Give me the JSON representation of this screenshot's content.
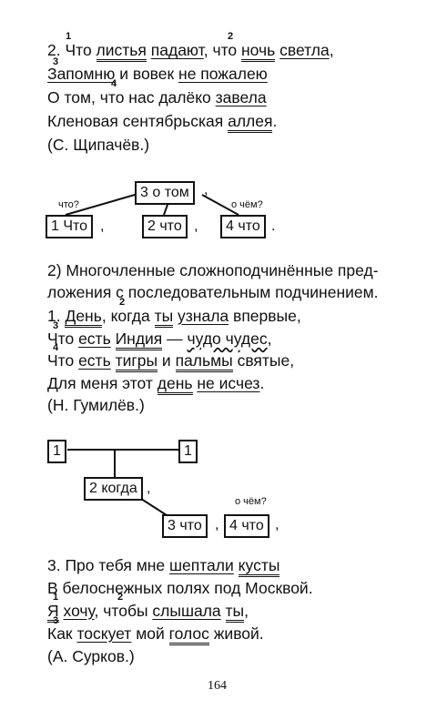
{
  "poem1": {
    "line1": {
      "p1": "2. Что ",
      "p2": "листья",
      "p3": " ",
      "p4": "падают",
      "p5": ", что ",
      "p6": "ночь",
      "p7": " ",
      "p8": "светла",
      "p9": ","
    },
    "line2": {
      "p1": "Запомню",
      "p2": " и вовек ",
      "p3": "не пожалею"
    },
    "line3": {
      "p1": "О том, что нас далёко ",
      "p2": "завела"
    },
    "line4": {
      "p1": "Кленовая сентябрьская ",
      "p2": "аллея",
      "p3": "."
    },
    "author": "(С. Щипачёв.)",
    "nums": {
      "n1": "1",
      "n2": "2",
      "n3": "3",
      "n4": "4"
    }
  },
  "diagram1": {
    "main": "3 о том",
    "left_q": "что?",
    "right_q": "о чём?",
    "b1": "1 Что",
    "b2": "2 что",
    "b4": "4 что"
  },
  "section2": {
    "heading1": "2) Многочленные сложноподчинённые пред-",
    "heading2": "ложения с последовательным подчинением."
  },
  "poem2": {
    "line1": {
      "p1": "1. ",
      "p2": "День",
      "p3": ", когда ",
      "p4": "ты",
      "p5": " ",
      "p6": "узнала",
      "p7": " впервые,"
    },
    "line2": {
      "p1": "Что ",
      "p2": "есть",
      "p3": " ",
      "p4": "Индия",
      "p5": " — ",
      "p6": "чудо чудес",
      "p7": ","
    },
    "line3": {
      "p1": "Что ",
      "p2": "есть",
      "p3": " ",
      "p4": "тигры",
      "p5": " и ",
      "p6": "пальмы",
      "p7": " святые,"
    },
    "line4": {
      "p1": "Для меня этот ",
      "p2": "день",
      "p3": " ",
      "p4": "не исчез",
      "p5": "."
    },
    "author": "(Н. Гумилёв.)",
    "nums": {
      "n2": "2",
      "n3": "3",
      "n4": "4"
    }
  },
  "diagram2": {
    "b1a": "1",
    "b1b": "1",
    "b2": "2 когда",
    "q": "о чём?",
    "b3": "3 что",
    "b4": "4 что"
  },
  "poem3": {
    "line1": {
      "p1": "3. Про тебя мне ",
      "p2": "шептали",
      "p3": " ",
      "p4": "кусты"
    },
    "line2": {
      "p1": "В белоснежных полях под Москвой."
    },
    "line3": {
      "p1": "Я",
      "p2": " ",
      "p3": "хочу",
      "p4": ", чтобы ",
      "p5": "слышала",
      "p6": " ",
      "p7": "ты",
      "p8": ","
    },
    "line4": {
      "p1": "Как ",
      "p2": "тоскует",
      "p3": " мой ",
      "p4": "голос",
      "p5": " живой."
    },
    "author": "(А. Сурков.)",
    "nums": {
      "n1": "1",
      "n2": "2",
      "n3": "3"
    }
  },
  "page_number": "164"
}
